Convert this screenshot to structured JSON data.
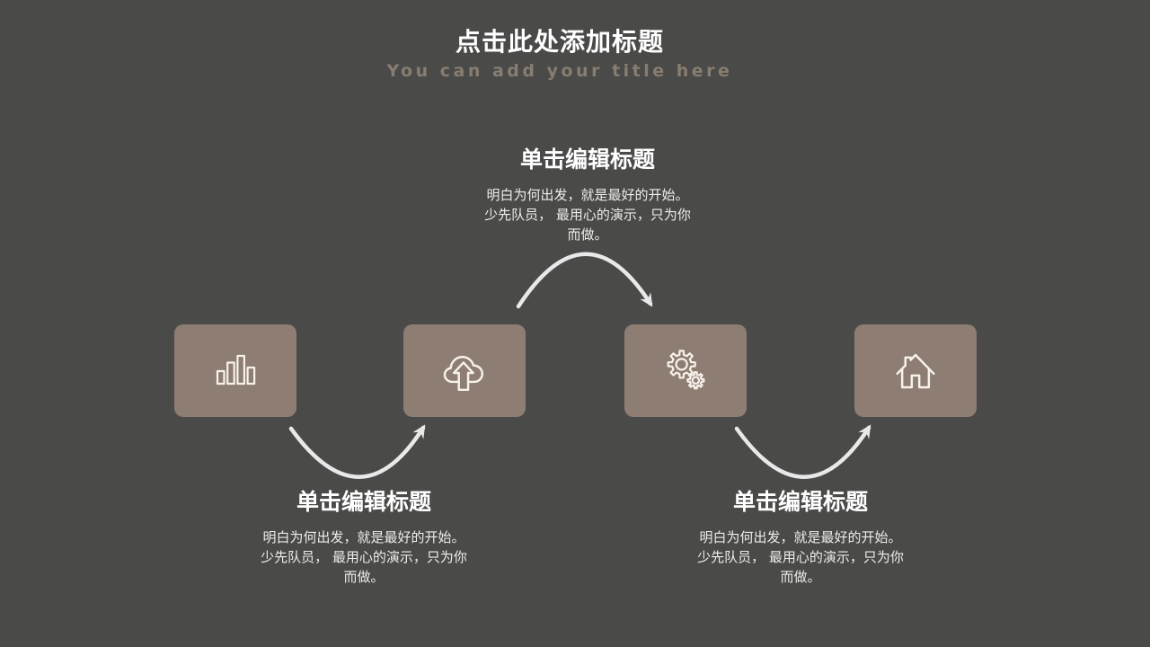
{
  "colors": {
    "background": "#4a4a48",
    "box_fill": "#8e7d73",
    "icon_stroke": "#f7f2ea",
    "arrow": "#e9e9e9",
    "title": "#ffffff",
    "subtitle": "#877d71",
    "heading": "#ffffff",
    "body_text": "#edeceb"
  },
  "header": {
    "title": "点击此处添加标题",
    "subtitle": "You can add your title here"
  },
  "steps": [
    {
      "icon": "bar-chart-icon"
    },
    {
      "icon": "cloud-upload-icon"
    },
    {
      "icon": "gears-icon"
    },
    {
      "icon": "home-icon"
    }
  ],
  "text_blocks": [
    {
      "position": "top-center",
      "heading": "单击编辑标题",
      "body": "明白为何出发，就是最好的开始。\n少先队员， 最用心的演示，只为你\n而做。"
    },
    {
      "position": "bottom-left",
      "heading": "单击编辑标题",
      "body": "明白为何出发，就是最好的开始。\n少先队员， 最用心的演示，只为你\n而做。"
    },
    {
      "position": "bottom-right",
      "heading": "单击编辑标题",
      "body": "明白为何出发，就是最好的开始。\n少先队员， 最用心的演示，只为你\n而做。"
    }
  ],
  "arrows": [
    {
      "from": "step-1",
      "to": "step-2",
      "shape": "curve-below"
    },
    {
      "from": "step-2",
      "to": "step-3",
      "shape": "curve-above"
    },
    {
      "from": "step-3",
      "to": "step-4",
      "shape": "curve-below"
    }
  ]
}
